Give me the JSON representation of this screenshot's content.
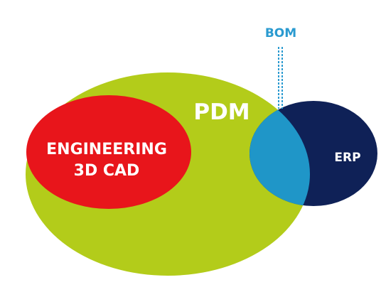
{
  "diagram": {
    "labels": {
      "pdm": "PDM",
      "engineering_line1": "ENGINEERING",
      "engineering_line2": "3D CAD",
      "erp": "ERP",
      "bom": "BOM"
    },
    "colors": {
      "pdm": "#b3cc1a",
      "engineering": "#e8151b",
      "erp": "#0f2157",
      "bom": "#1f96c8",
      "bom_label": "#2a9ad0",
      "text": "#ffffff",
      "background": "#ffffff"
    }
  }
}
